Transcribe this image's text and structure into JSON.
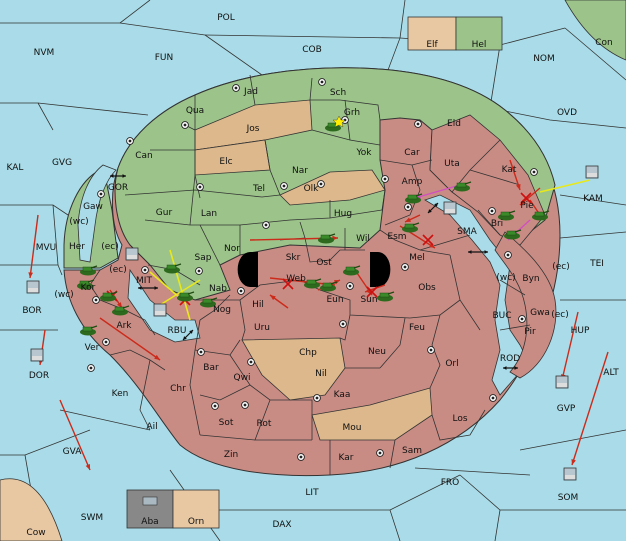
{
  "map": {
    "colors": {
      "sea": "#a9dce8",
      "green": "#9cc48a",
      "red": "#c98c84",
      "tan": "#dcb88c",
      "neutral_land": "#e7c8a3",
      "unit": "#3a8a2a",
      "move_order": "#cc2a1a",
      "support_order": "#e8e81a",
      "convoy_order": "#d050c0",
      "fail_mark": "#cc1010"
    },
    "legend": {
      "top": [
        {
          "label": "Elf",
          "color": "#e7c8a3"
        },
        {
          "label": "Hel",
          "color": "#9cc48a"
        }
      ],
      "bottom": [
        {
          "label": "Aba",
          "color": "#888888"
        },
        {
          "label": "Orn",
          "color": "#e7c8a3"
        }
      ]
    },
    "sea_labels": [
      {
        "id": "pol",
        "text": "POL"
      },
      {
        "id": "cob",
        "text": "COB"
      },
      {
        "id": "fun",
        "text": "FUN"
      },
      {
        "id": "nvm",
        "text": "NVM"
      },
      {
        "id": "nom",
        "text": "NOM"
      },
      {
        "id": "ovd",
        "text": "OVD"
      },
      {
        "id": "kal",
        "text": "KAL"
      },
      {
        "id": "gvg",
        "text": "GVG"
      },
      {
        "id": "mvu",
        "text": "MVU"
      },
      {
        "id": "bor",
        "text": "BOR"
      },
      {
        "id": "dor",
        "text": "DOR"
      },
      {
        "id": "gva",
        "text": "GVA"
      },
      {
        "id": "swm",
        "text": "SWM"
      },
      {
        "id": "lit",
        "text": "LIT"
      },
      {
        "id": "dax",
        "text": "DAX"
      },
      {
        "id": "fro",
        "text": "FRO"
      },
      {
        "id": "som",
        "text": "SOM"
      },
      {
        "id": "alt",
        "text": "ALT"
      },
      {
        "id": "hup",
        "text": "HUP"
      },
      {
        "id": "gvp",
        "text": "GVP"
      },
      {
        "id": "tei",
        "text": "TEI"
      },
      {
        "id": "kam",
        "text": "KAM"
      },
      {
        "id": "sma",
        "text": "SMA"
      },
      {
        "id": "buc",
        "text": "BUC"
      },
      {
        "id": "rod",
        "text": "ROD"
      },
      {
        "id": "gor",
        "text": "GOR"
      },
      {
        "id": "mit",
        "text": "MIT"
      },
      {
        "id": "rbu",
        "text": "RBU"
      },
      {
        "id": "con",
        "text": "Con"
      },
      {
        "id": "cow",
        "text": "Cow"
      }
    ],
    "land_labels": [
      {
        "id": "jad",
        "text": "Jad"
      },
      {
        "id": "sch",
        "text": "Sch"
      },
      {
        "id": "qua",
        "text": "Qua"
      },
      {
        "id": "jos",
        "text": "Jos"
      },
      {
        "id": "grh",
        "text": "Grh"
      },
      {
        "id": "eld",
        "text": "Eld"
      },
      {
        "id": "can",
        "text": "Can"
      },
      {
        "id": "elc",
        "text": "Elc"
      },
      {
        "id": "yok",
        "text": "Yok"
      },
      {
        "id": "car",
        "text": "Car"
      },
      {
        "id": "uta",
        "text": "Uta"
      },
      {
        "id": "nar",
        "text": "Nar"
      },
      {
        "id": "tel",
        "text": "Tel"
      },
      {
        "id": "olk",
        "text": "Olk"
      },
      {
        "id": "kat",
        "text": "Kat"
      },
      {
        "id": "amp",
        "text": "Amp"
      },
      {
        "id": "gaw",
        "text": "Gaw"
      },
      {
        "id": "gur",
        "text": "Gur"
      },
      {
        "id": "lan",
        "text": "Lan"
      },
      {
        "id": "hug",
        "text": "Hug"
      },
      {
        "id": "pie",
        "text": "Pie"
      },
      {
        "id": "esm",
        "text": "Esm"
      },
      {
        "id": "bri",
        "text": "Bri"
      },
      {
        "id": "her",
        "text": "Her"
      },
      {
        "id": "nor",
        "text": "Nor"
      },
      {
        "id": "wil",
        "text": "Wil"
      },
      {
        "id": "skr",
        "text": "Skr"
      },
      {
        "id": "mel",
        "text": "Mel"
      },
      {
        "id": "sap",
        "text": "Sap"
      },
      {
        "id": "ost",
        "text": "Ost"
      },
      {
        "id": "web",
        "text": "Web"
      },
      {
        "id": "byn",
        "text": "Byn"
      },
      {
        "id": "kor",
        "text": "Kor"
      },
      {
        "id": "nab",
        "text": "Nab"
      },
      {
        "id": "obs",
        "text": "Obs"
      },
      {
        "id": "eun",
        "text": "Eun"
      },
      {
        "id": "sun",
        "text": "Sun"
      },
      {
        "id": "gwa",
        "text": "Gwa"
      },
      {
        "id": "hil",
        "text": "Hil"
      },
      {
        "id": "nog",
        "text": "Nog"
      },
      {
        "id": "ark",
        "text": "Ark"
      },
      {
        "id": "uru",
        "text": "Uru"
      },
      {
        "id": "feu",
        "text": "Feu"
      },
      {
        "id": "pir",
        "text": "Pir"
      },
      {
        "id": "ver",
        "text": "Ver"
      },
      {
        "id": "chp",
        "text": "Chp"
      },
      {
        "id": "neu",
        "text": "Neu"
      },
      {
        "id": "bar",
        "text": "Bar"
      },
      {
        "id": "qwi",
        "text": "Qwi"
      },
      {
        "id": "nil",
        "text": "Nil"
      },
      {
        "id": "orl",
        "text": "Orl"
      },
      {
        "id": "ken",
        "text": "Ken"
      },
      {
        "id": "chr",
        "text": "Chr"
      },
      {
        "id": "kaa",
        "text": "Kaa"
      },
      {
        "id": "ail",
        "text": "Ail"
      },
      {
        "id": "sot",
        "text": "Sot"
      },
      {
        "id": "rot",
        "text": "Rot"
      },
      {
        "id": "mou",
        "text": "Mou"
      },
      {
        "id": "los",
        "text": "Los"
      },
      {
        "id": "sam",
        "text": "Sam"
      },
      {
        "id": "zin",
        "text": "Zin"
      },
      {
        "id": "kar",
        "text": "Kar"
      }
    ],
    "coast_labels": [
      {
        "id": "wc1",
        "text": "(wc)"
      },
      {
        "id": "ec1",
        "text": "(ec)"
      },
      {
        "id": "ec2",
        "text": "(ec)"
      },
      {
        "id": "wc2",
        "text": "(wc)"
      },
      {
        "id": "wc3",
        "text": "(wc)"
      },
      {
        "id": "ec3",
        "text": "(ec)"
      },
      {
        "id": "ec4",
        "text": "(ec)"
      }
    ]
  }
}
